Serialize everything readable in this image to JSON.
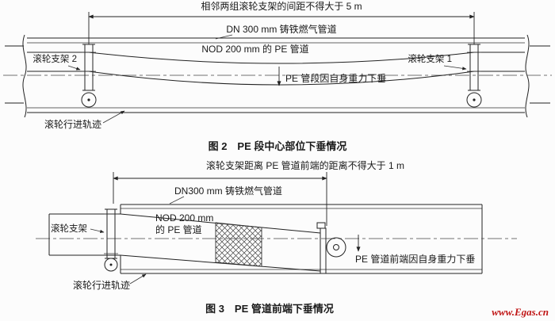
{
  "fig2": {
    "dim_label": "相邻两组滚轮支架的间距不得大于 5 m",
    "pipe_label": "DN 300 mm 铸铁燃气管道",
    "pe_label": "NOD 200 mm 的 PE 管道",
    "support_left": "滚轮支架 2",
    "support_right": "滚轮支架 1",
    "sag_label": "PE 管段因自身重力下垂",
    "track_label": "滚轮行进轨迹",
    "caption": "图 2　PE 段中心部位下垂情况"
  },
  "fig3": {
    "dim_label": "滚轮支架距离 PE 管道前端的距离不得大于 1 m",
    "pipe_label": "DN300 mm 铸铁燃气管道",
    "pe_label_1": "NOD 200 mm",
    "pe_label_2": "的 PE 管道",
    "support_label": "滚轮支架",
    "sag_label": "PE 管道前端因自身重力下垂",
    "track_label": "滚轮行进轨迹",
    "caption": "图 3　PE 管道前端下垂情况"
  },
  "watermark": "www.Egas.cn"
}
